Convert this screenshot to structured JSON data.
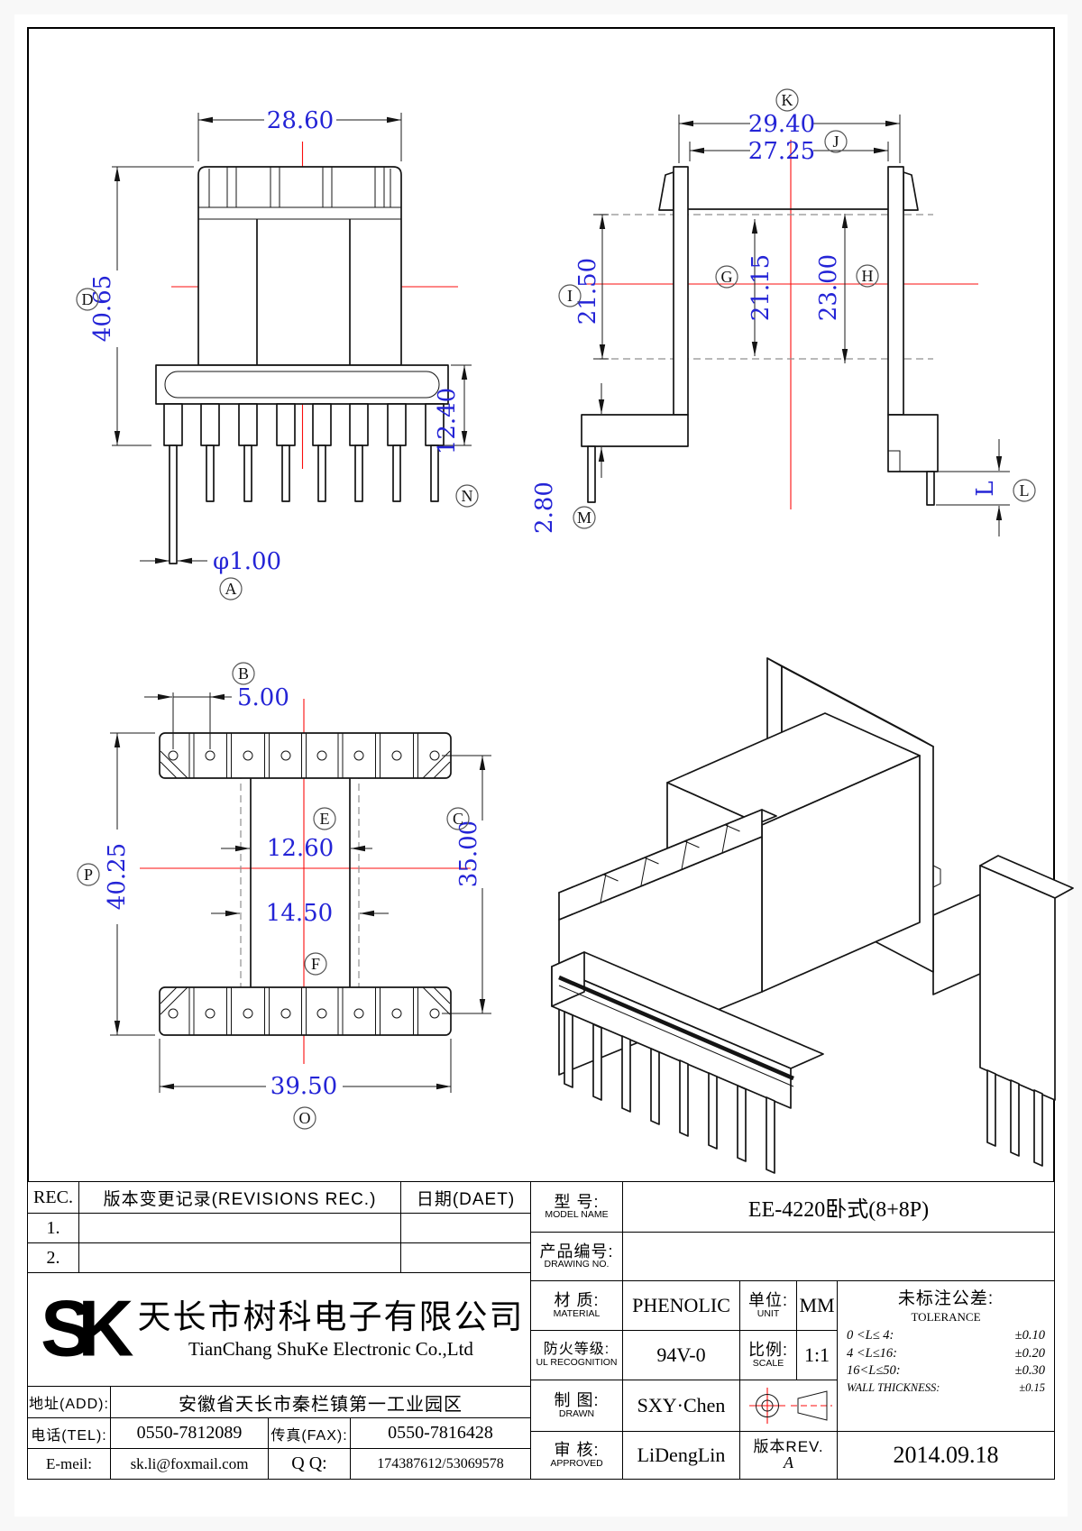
{
  "drawing": {
    "front_view": {
      "dim_width": "28.60",
      "dim_height": "40.65",
      "label_d": "D",
      "dim_pin_length": "12.40",
      "label_n": "N",
      "dim_pin_dia": "φ1.00",
      "label_a": "A"
    },
    "side_view": {
      "dim_k": "29.40",
      "label_k": "K",
      "dim_j": "27.25",
      "label_j": "J",
      "dim_i": "21.50",
      "label_i": "I",
      "dim_g": "21.15",
      "label_g": "G",
      "dim_h": "23.00",
      "label_h": "H",
      "dim_m": "2.80",
      "label_m": "M",
      "dim_l": "L",
      "label_l": "L"
    },
    "top_view": {
      "dim_b": "5.00",
      "label_b": "B",
      "dim_p": "40.25",
      "label_p": "P",
      "dim_e": "12.60",
      "label_e": "E",
      "dim_f": "14.50",
      "label_f": "F",
      "dim_c": "35.00",
      "label_c": "C",
      "dim_o": "39.50",
      "label_o": "O"
    }
  },
  "revision_table": {
    "col_rec": "REC.",
    "col_record": "版本变更记录(REVISIONS REC.)",
    "col_date": "日期(DAET)",
    "rows": [
      {
        "no": "1."
      },
      {
        "no": "2."
      }
    ]
  },
  "company": {
    "logo": "SK",
    "name_cn": "天长市树科电子有限公司",
    "name_en": "TianChang ShuKe Electronic Co.,Ltd",
    "address_label": "地址(ADD):",
    "address": "安徽省天长市秦栏镇第一工业园区",
    "tel_label": "电话(TEL):",
    "tel": "0550-7812089",
    "fax_label": "传真(FAX):",
    "fax": "0550-7816428",
    "email_label": "E-meil:",
    "email": "sk.li@foxmail.com",
    "qq_label": "Q Q:",
    "qq": "174387612/53069578"
  },
  "spec": {
    "model_label": "型  号:",
    "model_label_en": "MODEL NAME",
    "model": "EE-4220卧式(8+8P)",
    "drawing_no_label": "产品编号:",
    "drawing_no_label_en": "DRAWING NO.",
    "drawing_no": "",
    "material_label": "材  质:",
    "material_label_en": "MATERIAL",
    "material": "PHENOLIC",
    "unit_label": "单位:",
    "unit_label_en": "UNIT",
    "unit": "MM",
    "fire_label": "防火等级:",
    "fire_label_en": "UL RECOGNITION",
    "fire": "94V-0",
    "scale_label": "比例:",
    "scale_label_en": "SCALE",
    "scale": "1:1",
    "drawn_label": "制  图:",
    "drawn_label_en": "DRAWN",
    "drawn": "SXY·Chen",
    "approved_label": "审  核:",
    "approved_label_en": "APPROVED",
    "approved": "LiDengLin",
    "rev_label": "版本REV.",
    "rev": "A",
    "date": "2014.09.18",
    "tol_title": "未标注公差:",
    "tol_title_en": "TOLERANCE",
    "tolerances": [
      {
        "range": "0 <L≤ 4:",
        "value": "±0.10"
      },
      {
        "range": "4 <L≤16:",
        "value": "±0.20"
      },
      {
        "range": "16<L≤50:",
        "value": "±0.30"
      },
      {
        "range": "WALL THICKNESS:",
        "value": "±0.15"
      }
    ]
  }
}
